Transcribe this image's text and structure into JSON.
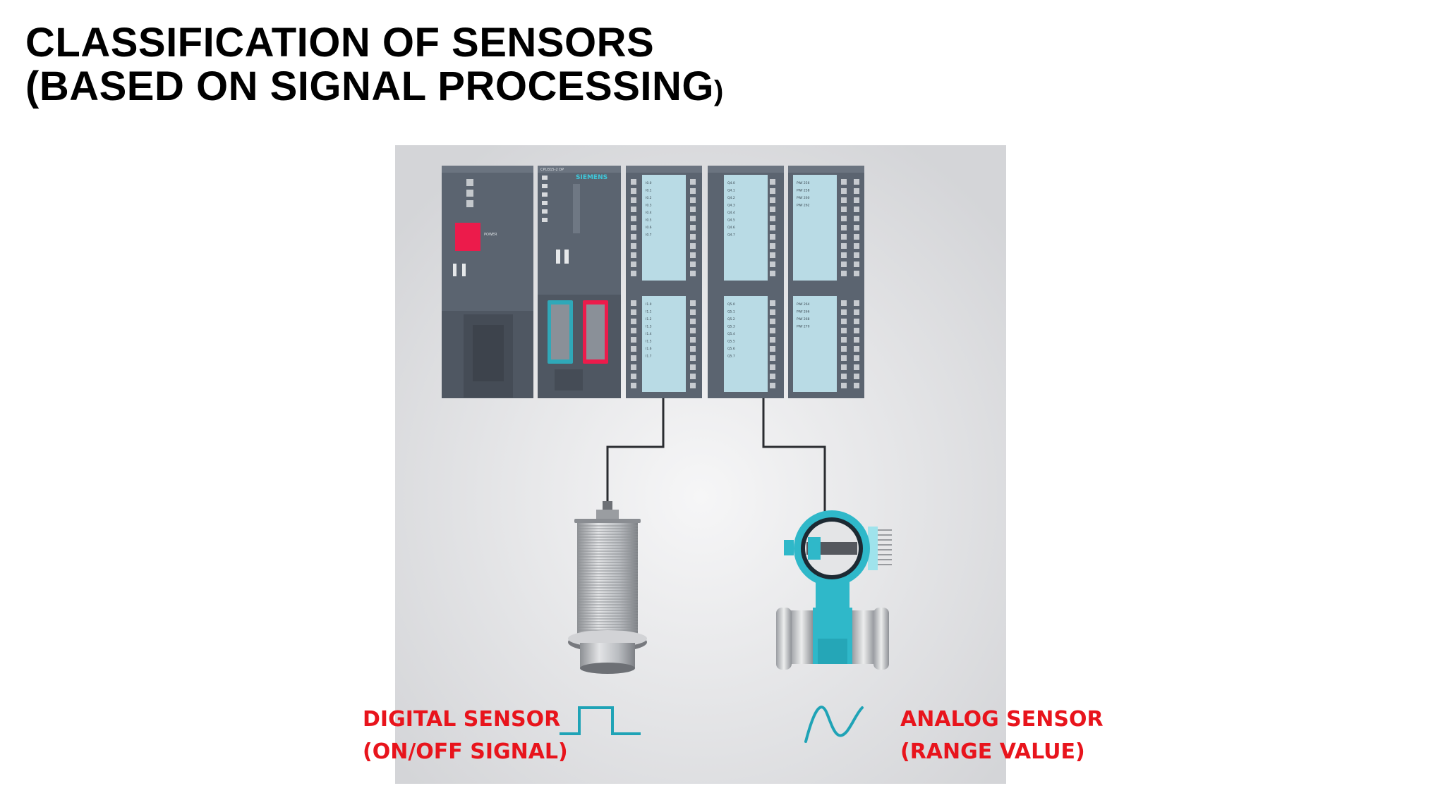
{
  "title": {
    "line1": "CLASSIFICATION OF SENSORS",
    "line2": "(BASED ON SIGNAL PROCESSING",
    "line2_close": ")"
  },
  "diagram": {
    "plc_brand": "SIEMENS",
    "plc_cpu_model": "CPU315-2 DP",
    "power_label": "POWER",
    "rack_modules": [
      "power-supply",
      "cpu",
      "digital-input-module",
      "digital-output-module",
      "analog-input-module"
    ],
    "digital_input_labels_top": [
      "I0.0",
      "I0.1",
      "I0.2",
      "I0.3",
      "I0.4",
      "I0.5",
      "I0.6",
      "I0.7"
    ],
    "digital_input_labels_bottom": [
      "I1.0",
      "I1.1",
      "I1.2",
      "I1.3",
      "I1.4",
      "I1.5",
      "I1.6",
      "I1.7"
    ],
    "digital_output_labels_top": [
      "Q4.0",
      "Q4.1",
      "Q4.2",
      "Q4.3",
      "Q4.4",
      "Q4.5",
      "Q4.6",
      "Q4.7"
    ],
    "digital_output_labels_bottom": [
      "Q5.0",
      "Q5.1",
      "Q5.2",
      "Q5.3",
      "Q5.4",
      "Q5.5",
      "Q5.6",
      "Q5.7"
    ],
    "analog_labels": [
      "PIW 256",
      "PIW 258",
      "PIW 260",
      "PIW 262",
      "PIW 264",
      "PIW 266",
      "PIW 268",
      "PIW 270"
    ],
    "colors": {
      "background_panel": "#dcdde0",
      "module_body": "#5b6470",
      "module_dark": "#4a525d",
      "io_strip": "#b9dbe5",
      "cable": "#2a2c30",
      "red_indicator": "#ec1b4b",
      "flowmeter_teal": "#2fb8c9",
      "sensor_metal": "#c7c9cc",
      "signal_wave": "#1fa3b6",
      "label_red": "#e8141c"
    }
  },
  "labels": {
    "digital_line1": "DIGITAL SENSOR",
    "digital_line2": "(ON/OFF SIGNAL)",
    "analog_line1": "ANALOG SENSOR",
    "analog_line2": "(RANGE VALUE)"
  }
}
